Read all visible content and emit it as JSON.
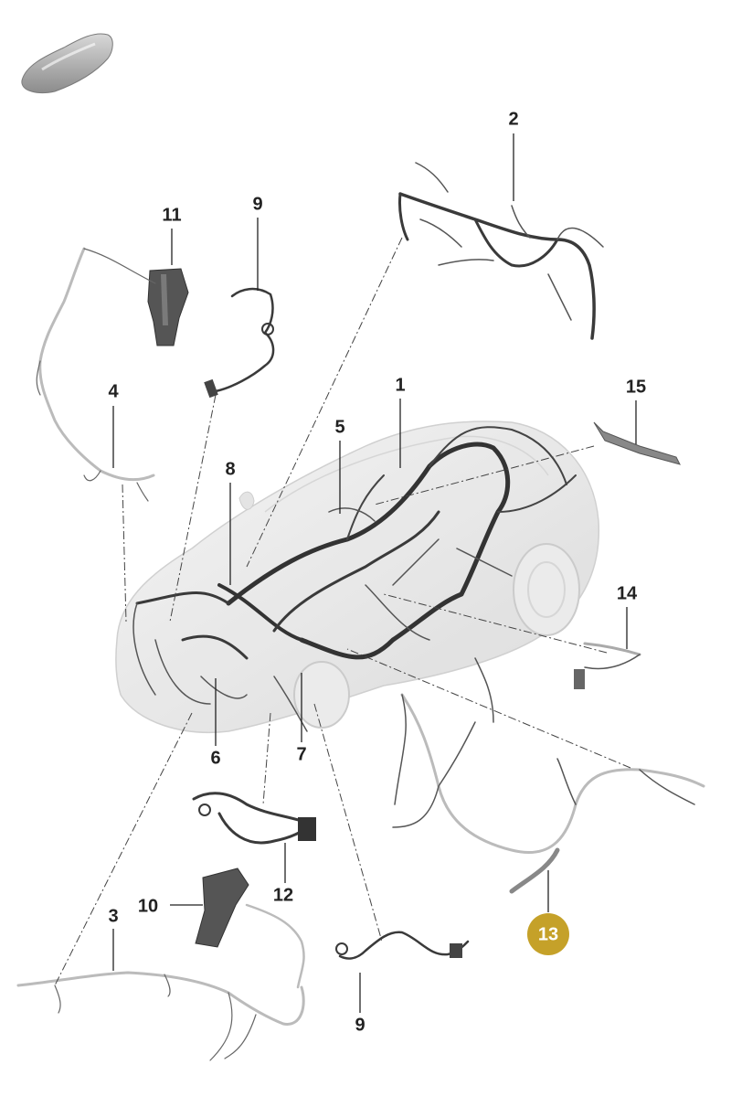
{
  "diagram": {
    "highlight_color": "#C5A129",
    "parts": [
      {
        "id": "p1",
        "label": "1"
      },
      {
        "id": "p2",
        "label": "2"
      },
      {
        "id": "p3",
        "label": "3"
      },
      {
        "id": "p4",
        "label": "4"
      },
      {
        "id": "p5",
        "label": "5"
      },
      {
        "id": "p6",
        "label": "6"
      },
      {
        "id": "p7",
        "label": "7"
      },
      {
        "id": "p8",
        "label": "8"
      },
      {
        "id": "p9a",
        "label": "9"
      },
      {
        "id": "p9b",
        "label": "9"
      },
      {
        "id": "p10",
        "label": "10"
      },
      {
        "id": "p11",
        "label": "11"
      },
      {
        "id": "p12",
        "label": "12"
      },
      {
        "id": "p13",
        "label": "13",
        "highlighted": true
      },
      {
        "id": "p14",
        "label": "14"
      },
      {
        "id": "p15",
        "label": "15"
      }
    ]
  }
}
